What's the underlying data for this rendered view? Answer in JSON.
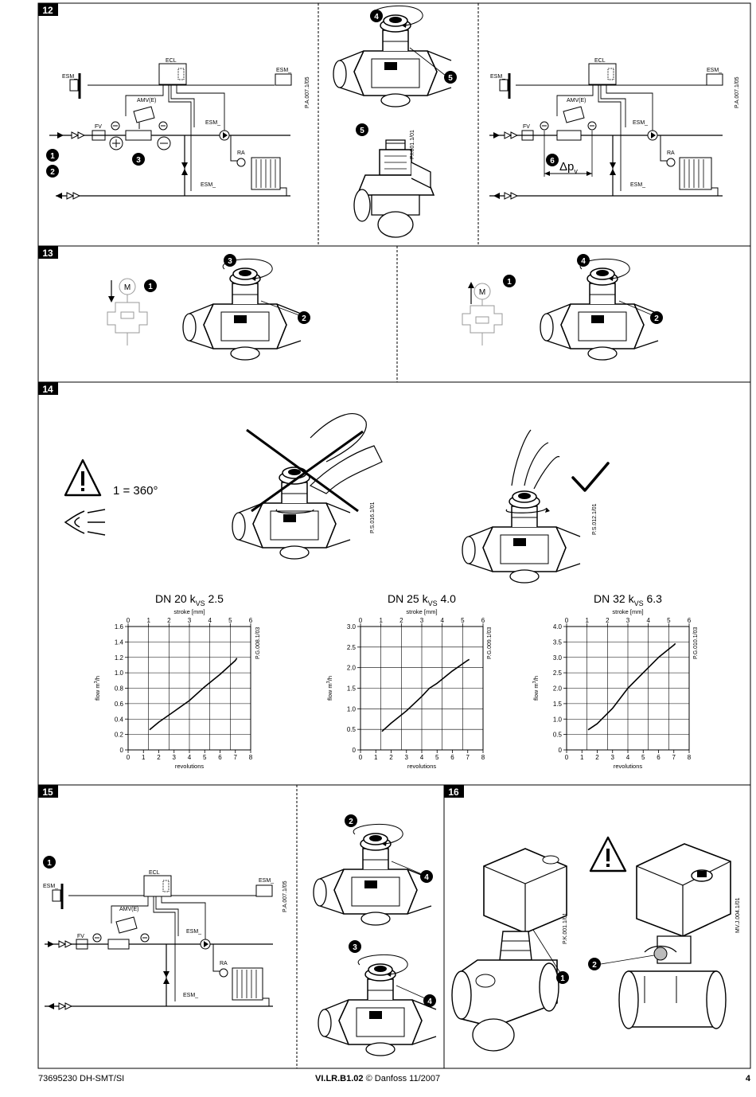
{
  "sections": [
    {
      "number": "12"
    },
    {
      "number": "13"
    },
    {
      "number": "14"
    },
    {
      "number": "15"
    },
    {
      "number": "16"
    }
  ],
  "labels": {
    "ecl": "ECL",
    "esm": "ESM_",
    "amv": "AMV(E)",
    "fv": "FV",
    "ra": "RA",
    "motor": "M",
    "delta_p": "Δp",
    "delta_p_sub": "v",
    "rotation": "1 = 360°"
  },
  "callouts": [
    "1",
    "2",
    "3",
    "4",
    "5",
    "6"
  ],
  "drawing_codes": {
    "s12_left": "P.A.007.1/05",
    "s12_mid": "P.I.001.1/01",
    "s12_right": "P.A.007.1/05",
    "s14_wrong": "P.S.016.1/01",
    "s14_right": "P.S.012.1/01",
    "chart1": "P.G.008.1/03",
    "chart2": "P.G.009.1/03",
    "chart3": "P.G.010.1/03",
    "s15": "P.A.007.1/05",
    "s16_left": "P.K.001.1/01",
    "s16_right": "MV.J.004.1/01"
  },
  "chart_data": [
    {
      "type": "line",
      "title": "DN 20 k",
      "title_sub": "VS",
      "title_value": "2.5",
      "xlabel": "revolutions",
      "x2label": "stroke [mm]",
      "ylabel": "flow m",
      "ylabel_sup": "3",
      "ylabel_tail": "/h",
      "xlim": [
        0,
        8
      ],
      "x2lim": [
        0,
        6
      ],
      "ylim": [
        0,
        1.6
      ],
      "xticks": [
        0,
        1,
        2,
        3,
        4,
        5,
        6,
        7,
        8
      ],
      "x2ticks": [
        0,
        1,
        2,
        3,
        4,
        5,
        6
      ],
      "yticks": [
        "0",
        "0.2",
        "0.4",
        "0.6",
        "0.8",
        "1.0",
        "1.2",
        "1.4",
        "1.6"
      ],
      "grid": true,
      "series": [
        {
          "x": [
            1.4,
            2,
            3,
            4,
            5,
            6,
            7,
            7.1
          ],
          "y": [
            0.26,
            0.36,
            0.5,
            0.64,
            0.82,
            0.98,
            1.16,
            1.19
          ]
        }
      ]
    },
    {
      "type": "line",
      "title": "DN 25 k",
      "title_sub": "VS",
      "title_value": "4.0",
      "xlabel": "revolutions",
      "x2label": "stroke [mm]",
      "ylabel": "flow m",
      "ylabel_sup": "3",
      "ylabel_tail": "/h",
      "xlim": [
        0,
        8
      ],
      "x2lim": [
        0,
        6
      ],
      "ylim": [
        0,
        3.0
      ],
      "xticks": [
        0,
        1,
        2,
        3,
        4,
        5,
        6,
        7,
        8
      ],
      "x2ticks": [
        0,
        1,
        2,
        3,
        4,
        5,
        6
      ],
      "yticks": [
        "0",
        "0.5",
        "1.0",
        "1.5",
        "2.0",
        "2.5",
        "3.0"
      ],
      "grid": true,
      "series": [
        {
          "x": [
            1.4,
            2,
            3,
            4,
            4.5,
            5,
            6,
            7,
            7.1
          ],
          "y": [
            0.45,
            0.65,
            0.95,
            1.3,
            1.5,
            1.62,
            1.92,
            2.18,
            2.2
          ]
        }
      ]
    },
    {
      "type": "line",
      "title": "DN 32 k",
      "title_sub": "VS",
      "title_value": "6.3",
      "xlabel": "revolutions",
      "x2label": "stroke [mm]",
      "ylabel": "flow m",
      "ylabel_sup": "3",
      "ylabel_tail": "/h",
      "xlim": [
        0,
        8
      ],
      "x2lim": [
        0,
        6
      ],
      "ylim": [
        0,
        4.0
      ],
      "xticks": [
        0,
        1,
        2,
        3,
        4,
        5,
        6,
        7,
        8
      ],
      "x2ticks": [
        0,
        1,
        2,
        3,
        4,
        5,
        6
      ],
      "yticks": [
        "0",
        "0.5",
        "1.0",
        "1.5",
        "2.0",
        "2.5",
        "3.0",
        "3.5",
        "4.0"
      ],
      "grid": true,
      "series": [
        {
          "x": [
            1.4,
            2,
            3,
            4,
            5,
            6,
            7,
            7.1
          ],
          "y": [
            0.65,
            0.85,
            1.35,
            2.0,
            2.5,
            3.0,
            3.4,
            3.45
          ]
        }
      ]
    }
  ],
  "footer": {
    "doc_id": "73695230 DH-SMT/SI",
    "code": "VI.LR.B1.02",
    "copyright": "© Danfoss 11/2007",
    "page": "4"
  }
}
